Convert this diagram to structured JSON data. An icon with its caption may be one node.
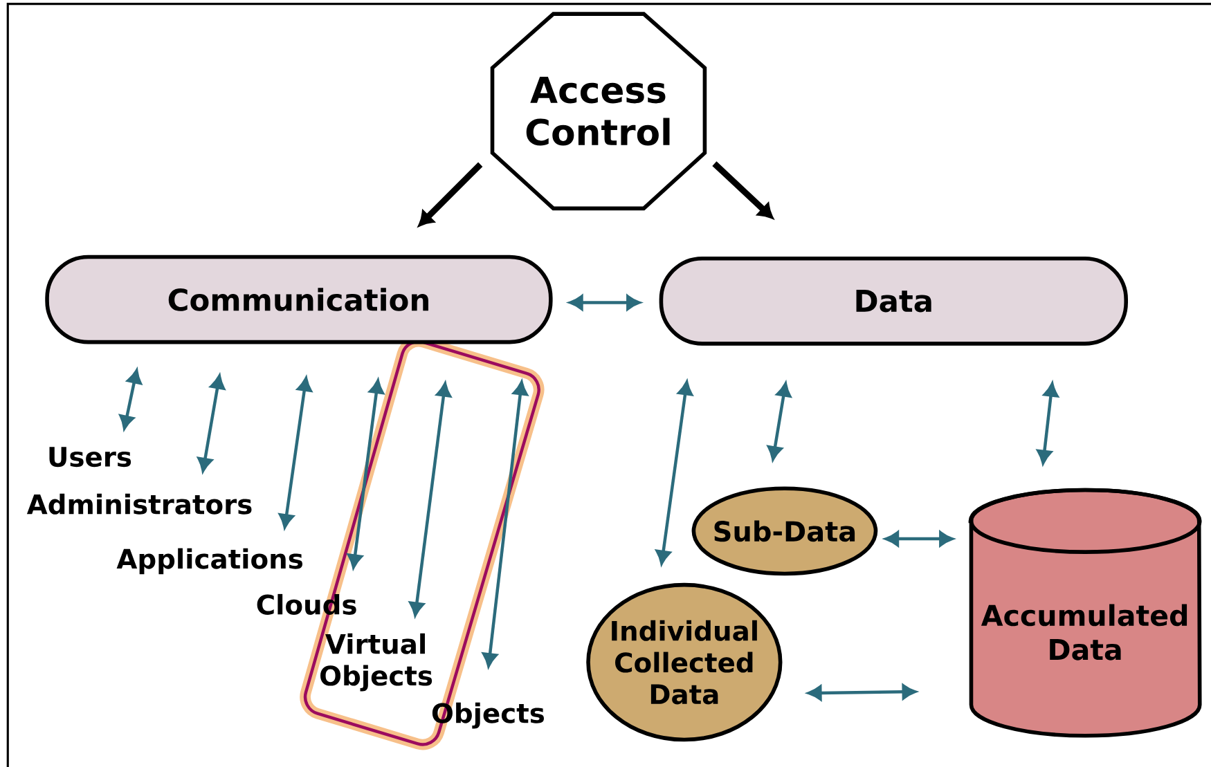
{
  "diagram": {
    "nodes": [
      {
        "text": [
          "Access Control"
        ]
      },
      {
        "text": [
          "Communication"
        ]
      },
      {
        "text": [
          "Data"
        ]
      },
      {
        "text": [
          "Users"
        ]
      },
      {
        "text": [
          "Administrators"
        ]
      },
      {
        "text": [
          "Applications"
        ]
      },
      {
        "text": [
          "Clouds"
        ]
      },
      {
        "text": [
          "Virtual Objects"
        ]
      },
      {
        "text": [
          "Objects"
        ]
      },
      {
        "text": [
          "Sub-Data"
        ]
      },
      {
        "text": [
          "Individual Collected Data"
        ]
      },
      {
        "text": [
          "Accumulated Data"
        ]
      }
    ],
    "edges": [
      {
        "from": 0,
        "to": 1,
        "arrow": "to",
        "style": "thick",
        "color": "#000000"
      },
      {
        "from": 0,
        "to": 2,
        "arrow": "to",
        "style": "thick",
        "color": "#000000"
      },
      {
        "from": 1,
        "to": 2,
        "arrow": "both"
      },
      {
        "from": 1,
        "to": 3,
        "arrow": "both"
      },
      {
        "from": 1,
        "to": 4,
        "arrow": "both"
      },
      {
        "from": 1,
        "to": 5,
        "arrow": "both"
      },
      {
        "from": 1,
        "to": 6,
        "arrow": "both"
      },
      {
        "from": 1,
        "to": 7,
        "arrow": "both"
      },
      {
        "from": 1,
        "to": 8,
        "arrow": "both"
      },
      {
        "from": 2,
        "to": 10,
        "arrow": "both"
      },
      {
        "from": 2,
        "to": 9,
        "arrow": "both"
      },
      {
        "from": 2,
        "to": 11,
        "arrow": "both"
      },
      {
        "from": 9,
        "to": 11,
        "arrow": "both"
      },
      {
        "from": 10,
        "to": 11,
        "arrow": "both"
      }
    ]
  }
}
